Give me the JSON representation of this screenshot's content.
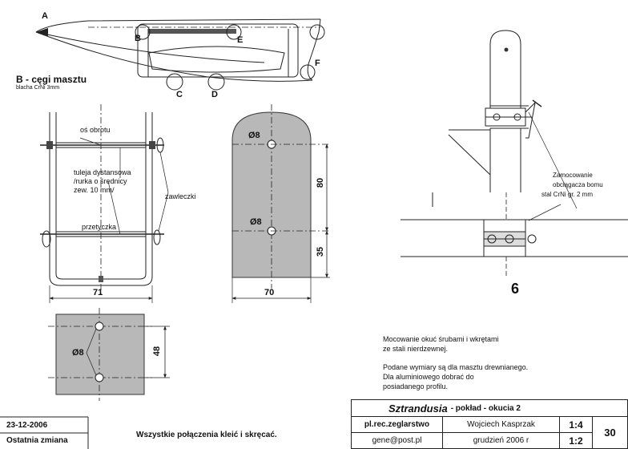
{
  "hull": {
    "labels": [
      "A",
      "B",
      "C",
      "D",
      "E",
      "F"
    ],
    "caption": "B - cęgi masztu",
    "subcaption": "blacha CrNi 3mm"
  },
  "front_view": {
    "pivot_axis": "oś obrotu",
    "spacer_tube": [
      "tuleja dystansowa",
      "/rurka o średnicy",
      "zew. 10 mm/"
    ],
    "split_pins": "zawleczki",
    "pin": "przetyczka",
    "width_dim": "71"
  },
  "side_view": {
    "hole_top": "Ø8",
    "hole_bottom": "Ø8",
    "dim_80": "80",
    "dim_35": "35",
    "width_dim": "70"
  },
  "bottom_plate": {
    "hole_label": "Ø8",
    "height_dim": "48"
  },
  "detail": {
    "label": [
      "Zamocowanie",
      "obciągacza bomu",
      "stal CrNi gr. 2 mm"
    ],
    "number": "6"
  },
  "notes": {
    "mounting": [
      "Mocowanie okuć śrubami i wkrętami",
      "ze stali nierdzewnej."
    ],
    "dimensions": [
      "Podane wymiary są dla masztu drewnianego.",
      "Dla aluminiowego dobrać do",
      "posiadanego profilu."
    ]
  },
  "footer": {
    "date": "23-12-2006",
    "last_change": "Ostatnia zmiana",
    "instruction": "Wszystkie połączenia kleić i skręcać.",
    "title_name": "Sztrandusia",
    "title_rest": "- pokład - okucia 2",
    "site": "pl.rec.zeglarstwo",
    "author": "Wojciech Kasprzak",
    "email": "gene@post.pl",
    "date_long": "grudzień 2006 r",
    "scale1": "1:4",
    "scale2": "1:2",
    "sheet_number": "30"
  }
}
